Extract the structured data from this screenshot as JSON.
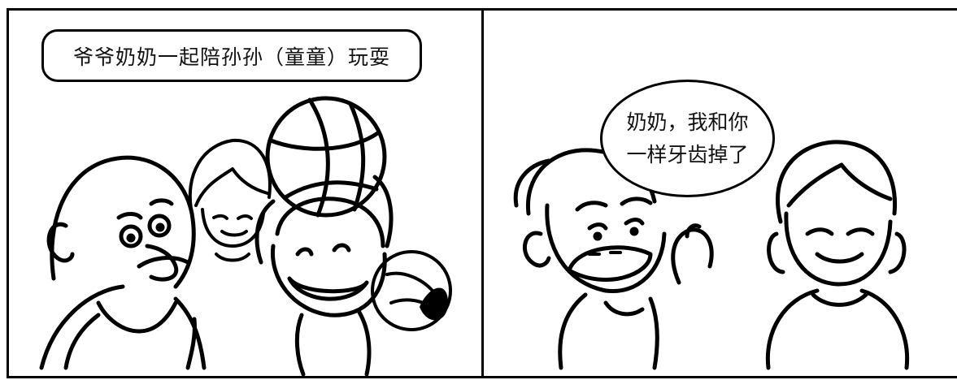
{
  "panel_left": {
    "caption": "爷爷奶奶一起陪孙孙（童童）玩耍"
  },
  "panel_right": {
    "speech_line1": "奶奶，我和你",
    "speech_line2": "一样牙齿掉了"
  },
  "colors": {
    "ink": "#000000",
    "paper": "#ffffff"
  }
}
